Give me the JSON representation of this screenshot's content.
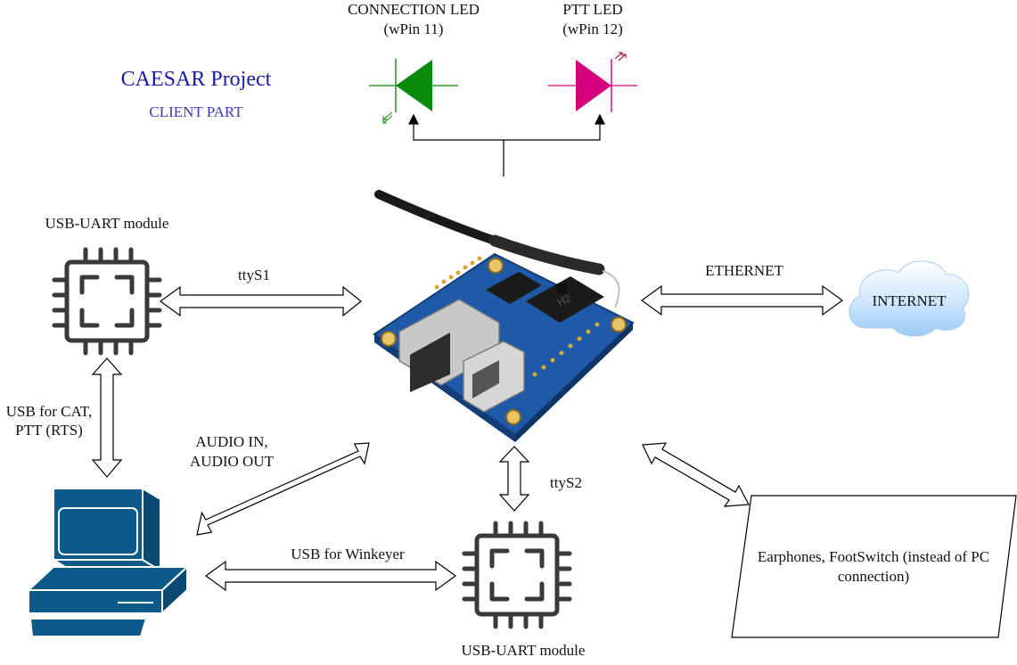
{
  "project": {
    "title": "CAESAR Project",
    "subtitle": "CLIENT PART"
  },
  "labels": {
    "connection_led": [
      "CONNECTION LED",
      "(wPin 11)"
    ],
    "ptt_led": [
      "PTT LED",
      "(wPin 12)"
    ],
    "usb_uart_top": "USB-UART module",
    "usb_uart_bottom": "USB-UART module",
    "ttys1": "ttyS1",
    "ttys2": "ttyS2",
    "ethernet": "ETHERNET",
    "internet": "INTERNET",
    "usb_cat": [
      "USB for CAT,",
      "PTT (RTS)"
    ],
    "audio": [
      "AUDIO IN,",
      "AUDIO OUT"
    ],
    "usb_winkeyer": "USB for Winkeyer",
    "earphones": [
      "Earphones, FootSwitch (instead of PC",
      "connection)"
    ]
  },
  "colors": {
    "title": "#1a1aa8",
    "subtitle": "#3b3bb5",
    "connection_led": "#0a8a0a",
    "ptt_led": "#d6007f",
    "computer": "#0b5a8a",
    "cloud": "#bfe0ff",
    "board": "#1f5aa8"
  }
}
